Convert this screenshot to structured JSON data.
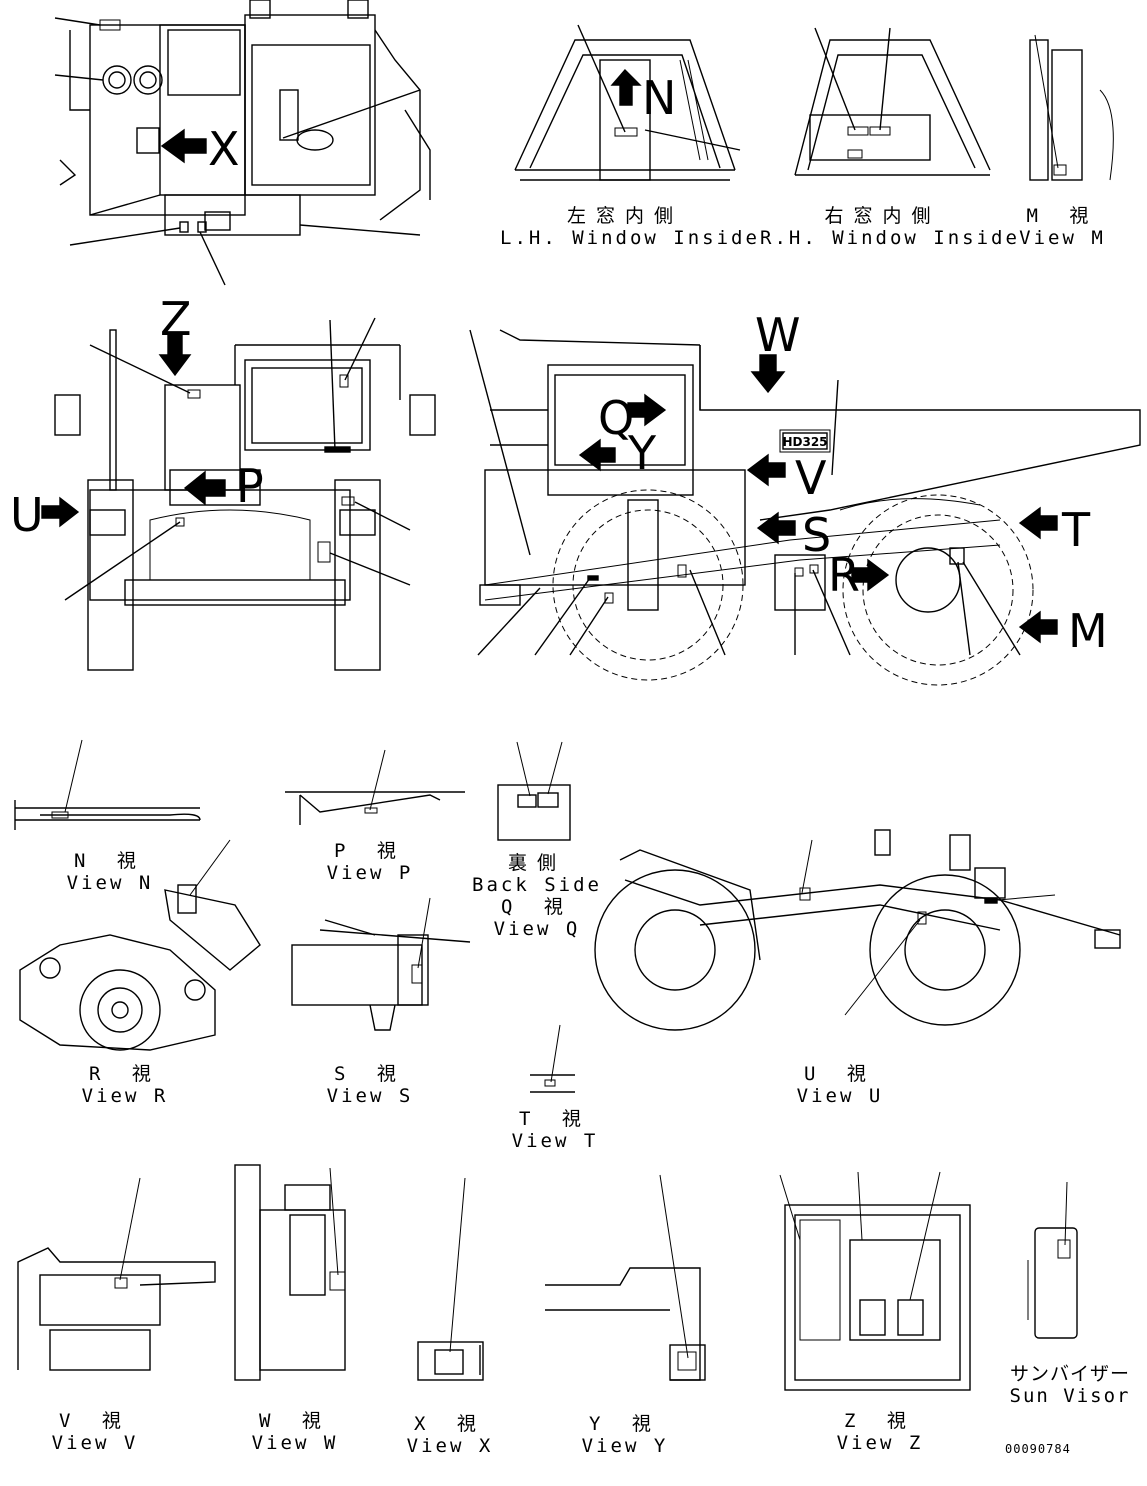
{
  "views": {
    "lh_window": {
      "jp": "左窓内側",
      "en": "L.H. Window Inside"
    },
    "rh_window": {
      "jp": "右窓内側",
      "en": "R.H. Window Inside"
    },
    "m": {
      "jp": "M 視",
      "en": "View M"
    },
    "n": {
      "jp": "N 視",
      "en": "View N"
    },
    "p": {
      "jp": "P 視",
      "en": "View P"
    },
    "q": {
      "jp_back": "裏側",
      "en_back": "Back Side",
      "jp": "Q 視",
      "en": "View Q"
    },
    "r": {
      "jp": "R 視",
      "en": "View R"
    },
    "s": {
      "jp": "S 視",
      "en": "View S"
    },
    "t": {
      "jp": "T 視",
      "en": "View T"
    },
    "u": {
      "jp": "U 視",
      "en": "View U"
    },
    "v": {
      "jp": "V 視",
      "en": "View V"
    },
    "w": {
      "jp": "W 視",
      "en": "View W"
    },
    "x": {
      "jp": "X 視",
      "en": "View X"
    },
    "y": {
      "jp": "Y 視",
      "en": "View Y"
    },
    "z": {
      "jp": "Z 視",
      "en": "View Z"
    },
    "sun_visor": {
      "jp": "サンバイザー",
      "en": "Sun Visor"
    }
  },
  "arrows": {
    "x": "X",
    "n": "N",
    "z": "Z",
    "u": "U",
    "p": "P",
    "w": "W",
    "q": "Q",
    "y": "Y",
    "v": "V",
    "s": "S",
    "t": "T",
    "r": "R",
    "m": "M"
  },
  "model_badge": "HD325",
  "drawing_code": "00090784"
}
